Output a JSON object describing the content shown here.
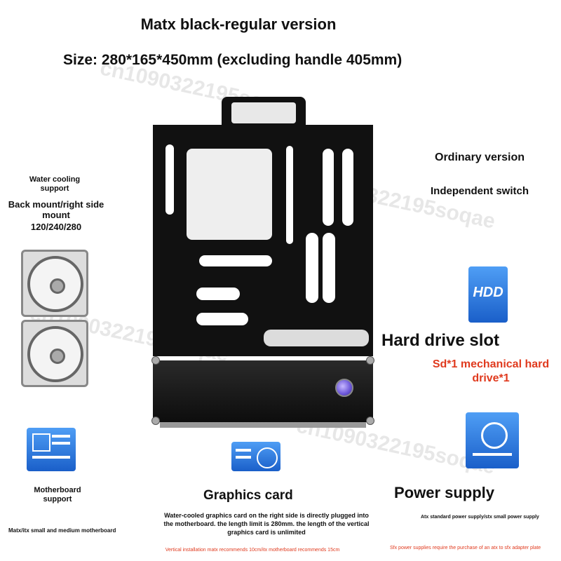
{
  "header": {
    "title": "Matx black-regular version",
    "size": "Size: 280*165*450mm (excluding handle 405mm)"
  },
  "left": {
    "water_cooling": "Water cooling support",
    "mount": "Back mount/right side mount",
    "sizes": "120/240/280"
  },
  "right": {
    "ordinary": "Ordinary version",
    "switch": "Independent switch",
    "hdd_label": "HDD",
    "hdd_slot": "Hard drive slot",
    "hdd_note": "Sd*1 mechanical hard drive*1"
  },
  "bottom": {
    "mb_title": "Motherboard support",
    "mb_note": "Matx/itx small and medium motherboard",
    "gpu_title": "Graphics card",
    "gpu_note": "Water-cooled graphics card on the right side is directly plugged into the motherboard. the length limit is 280mm. the length of the vertical graphics card is unlimited",
    "gpu_warn": "Vertical installation matx recommends 10cm/itx motherboard recommends 15cm",
    "psu_title": "Power supply",
    "psu_note": "Atx standard power supply/stx small power supply",
    "psu_warn": "Sfx power supplies require the purchase of an atx to sfx adapter plate"
  },
  "watermark": "cn1090322195soqae",
  "colors": {
    "accent_red": "#e03a1e",
    "chassis": "#111111",
    "icon_blue": "#2f7fe0"
  }
}
